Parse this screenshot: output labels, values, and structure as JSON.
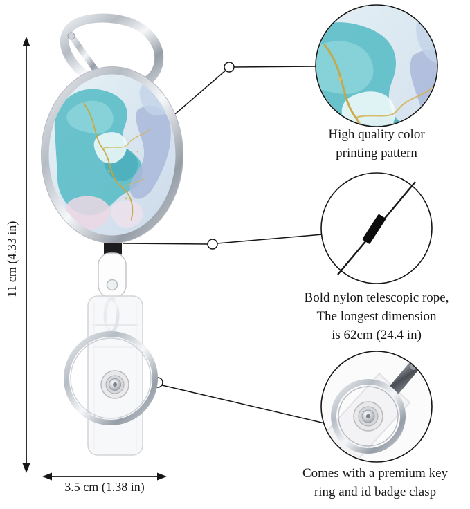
{
  "figure": {
    "type": "product-infographic",
    "background": "#ffffff",
    "line_color": "#161616"
  },
  "dimensions": {
    "height_label": "11 cm (4.33 in)",
    "width_label": "3.5 cm (1.38 in)"
  },
  "callouts": [
    {
      "id": "pattern",
      "text": "High quality color\nprinting pattern"
    },
    {
      "id": "rope",
      "text": "Bold nylon telescopic rope,\nThe longest dimension\nis 62cm (24.4 in)"
    },
    {
      "id": "keyring",
      "text": "Comes with a premium key\nring and id badge clasp"
    }
  ],
  "product_parts": [
    "carabiner clip",
    "marble printed badge reel body",
    "retractable nylon cord",
    "key ring",
    "clear id badge strap",
    "snap button"
  ],
  "colors": {
    "marble_teal": "#58bcc6",
    "marble_light_teal": "#8ed6db",
    "marble_periwinkle": "#aab8da",
    "marble_pink": "#ecd7e4",
    "marble_gold": "#c9a43c",
    "chrome_light": "#f2f4f6",
    "chrome_dark": "#8c929b",
    "cord_black": "#141414"
  }
}
